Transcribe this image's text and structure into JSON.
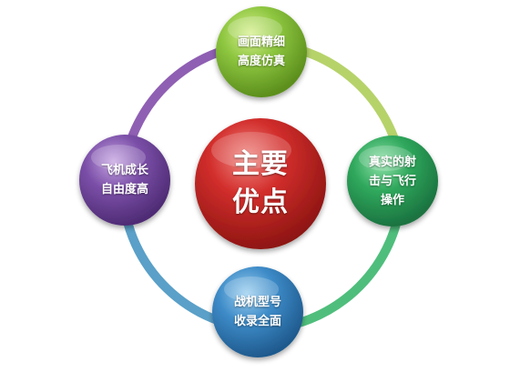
{
  "center": {
    "label": "主要\n优点",
    "color": "#d22e2c"
  },
  "nodes": {
    "top": {
      "label": "画面精细\n高度仿真",
      "color": "#8dc63f"
    },
    "right": {
      "label": "真实的射\n击与飞行\n操作",
      "color": "#2fa85c"
    },
    "bottom": {
      "label": "战机型号\n收录全面",
      "color": "#3d8bc8"
    },
    "left": {
      "label": "飞机成长\n自由度高",
      "color": "#7b4fa8"
    }
  },
  "ring_colors": {
    "top_right": "#b6d36a",
    "right_bottom": "#4fbe7c",
    "bottom_left": "#5aa0c8",
    "left_top": "#8f5fb3"
  }
}
